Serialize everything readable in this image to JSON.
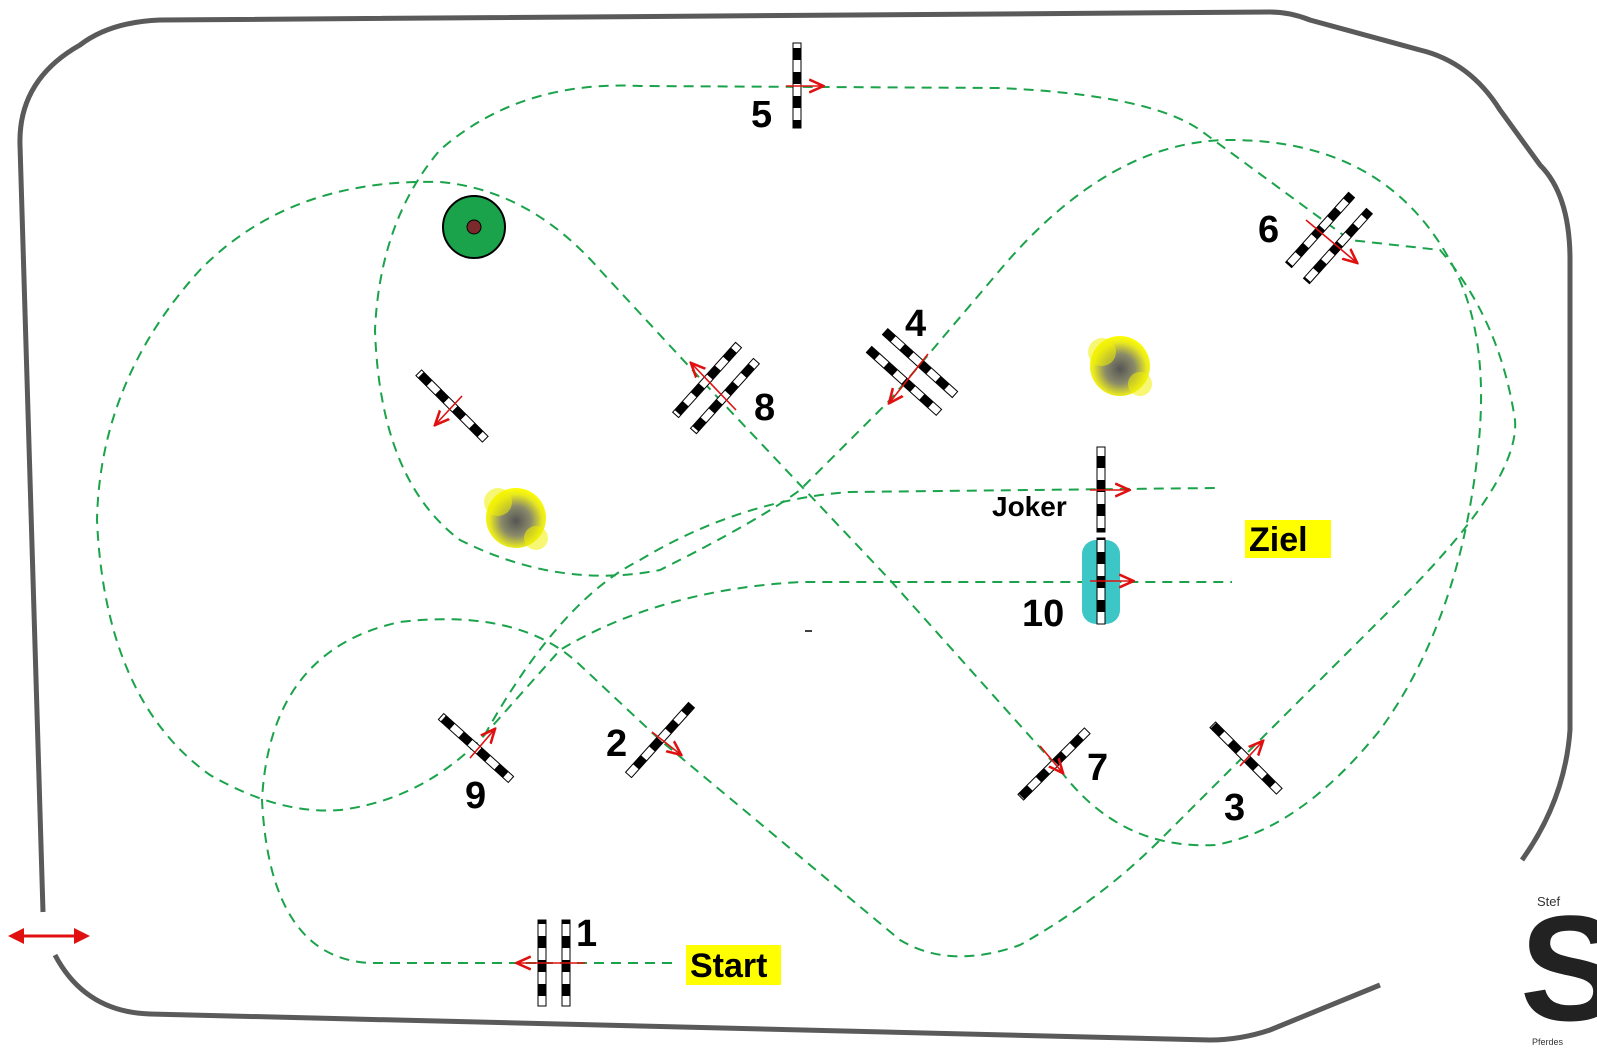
{
  "labels": {
    "start": "Start",
    "finish": "Ziel",
    "joker": "Joker",
    "logo_line1": "Stef",
    "logo_letter": "S",
    "logo_line2": "Pferdes"
  },
  "fences": [
    {
      "number": "1"
    },
    {
      "number": "2"
    },
    {
      "number": "3"
    },
    {
      "number": "4"
    },
    {
      "number": "5"
    },
    {
      "number": "6"
    },
    {
      "number": "7"
    },
    {
      "number": "8"
    },
    {
      "number": "9"
    },
    {
      "number": "10"
    }
  ],
  "colors": {
    "arena_border": "#555555",
    "route": "#1aa34a",
    "direction_arrow": "#e01010",
    "label_highlight": "#ffff00",
    "water_jump": "#3cc6c6",
    "marker_green": "#1aa34a",
    "marker_center": "#7a2a2a",
    "bush": "#f0f000"
  },
  "icons": {
    "entrance": "double-arrow-icon",
    "tree_marker": "green-circle-marker-icon",
    "bush": "bush-icon"
  }
}
